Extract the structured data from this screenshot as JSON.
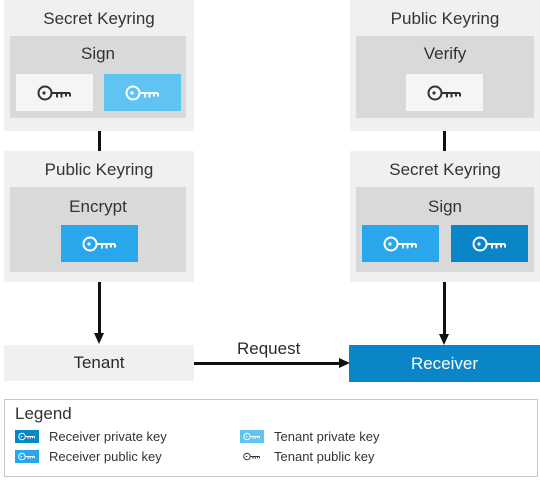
{
  "left": {
    "top_panel": {
      "title": "Secret Keyring",
      "inner_title": "Sign"
    },
    "bottom_panel": {
      "title": "Public Keyring",
      "inner_title": "Encrypt"
    },
    "node": "Tenant"
  },
  "right": {
    "top_panel": {
      "title": "Public Keyring",
      "inner_title": "Verify"
    },
    "bottom_panel": {
      "title": "Secret Keyring",
      "inner_title": "Sign"
    },
    "node": "Receiver"
  },
  "edge_label": "Request",
  "legend": {
    "title": "Legend",
    "items": [
      {
        "label": "Receiver private key",
        "color": "#0a86c8"
      },
      {
        "label": "Receiver public key",
        "color": "#2aa7ec"
      },
      {
        "label": "Tenant private key",
        "color": "#5fc4f2"
      },
      {
        "label": "Tenant public key",
        "color": "#ffffff"
      }
    ]
  },
  "colors": {
    "receiver_node": "#0a86c8",
    "tenant_node": "#f0f0f0",
    "panel": "#f0f0f0",
    "inner": "#d9d9d9"
  }
}
